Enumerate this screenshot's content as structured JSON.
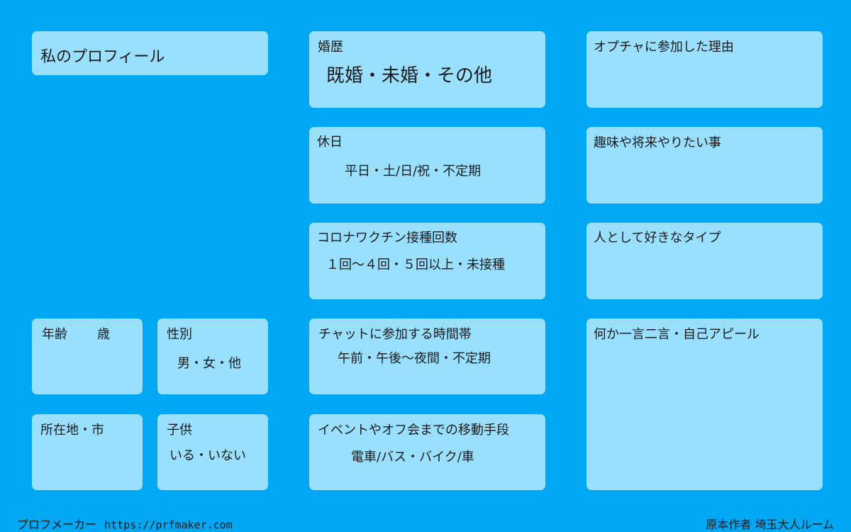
{
  "title": "私のプロフィール",
  "age": {
    "label": "年齢",
    "unit": "歳"
  },
  "gender": {
    "label": "性別",
    "options": "男・女・他"
  },
  "location": {
    "label": "所在地・市"
  },
  "children": {
    "label": "子供",
    "options": "いる・いない"
  },
  "marital": {
    "label": "婚歴",
    "options": "既婚・未婚・その他"
  },
  "holiday": {
    "label": "休日",
    "options": "平日・土/日/祝・不定期"
  },
  "vaccine": {
    "label": "コロナワクチン接種回数",
    "options": "１回～４回・５回以上・未接種"
  },
  "chat_time": {
    "label": "チャットに参加する時間帯",
    "options": "午前・午後～夜間・不定期"
  },
  "transport": {
    "label": "イベントやオフ会までの移動手段",
    "options": "電車/バス・バイク/車"
  },
  "reason": {
    "label": "オプチャに参加した理由"
  },
  "hobby": {
    "label": "趣味や将来やりたい事"
  },
  "type": {
    "label": "人として好きなタイプ"
  },
  "appeal": {
    "label": "何か一言二言・自己アピール"
  },
  "footer": {
    "maker": "プロフメーカー",
    "url": "https://prfmaker.com",
    "author": "原本作者 埼玉大人ルーム"
  },
  "colors": {
    "background": "#00a8f3",
    "card": "#99e0ff"
  }
}
